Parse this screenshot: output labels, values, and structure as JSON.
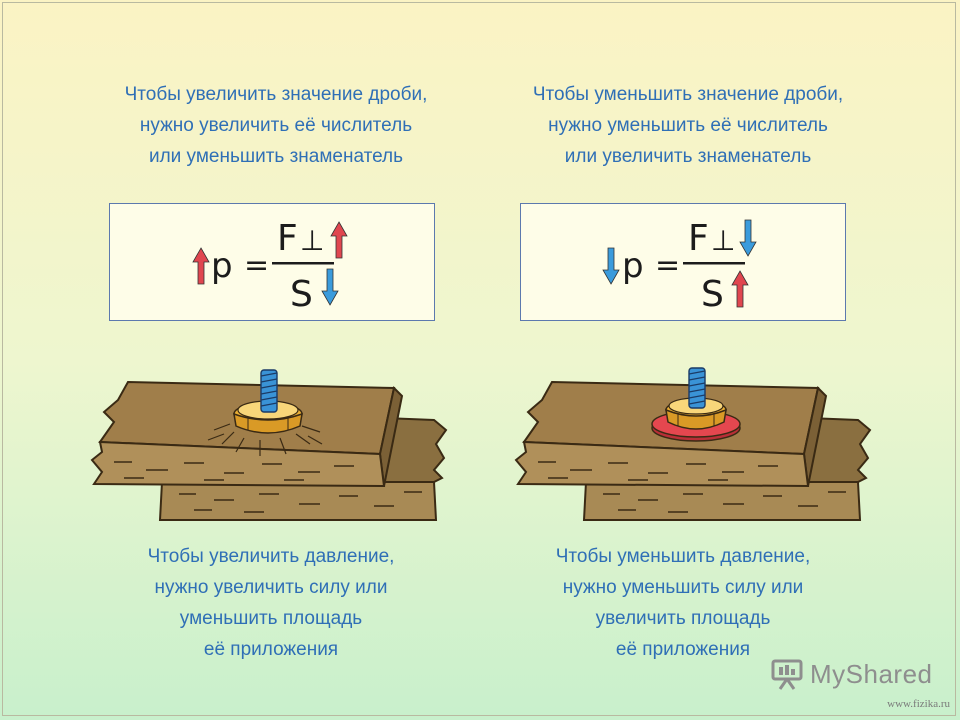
{
  "rules": {
    "left": [
      "Чтобы увеличить значение дроби,",
      "нужно увеличить её числитель",
      "или уменьшить знаменатель"
    ],
    "right": [
      "Чтобы уменьшить значение дроби,",
      "нужно уменьшить её числитель",
      "или увеличить знаменатель"
    ]
  },
  "formula": {
    "lhs": "p",
    "equals": "=",
    "numerator": "F",
    "perp": "⊥",
    "denominator": "S"
  },
  "arrows": {
    "left": {
      "p": "up",
      "numerator": "up",
      "denominator": "down"
    },
    "right": {
      "p": "down",
      "numerator": "down",
      "denominator": "up"
    }
  },
  "conclusions": {
    "left": [
      "Чтобы увеличить давление,",
      "нужно увеличить силу или",
      "уменьшить площадь",
      "её приложения"
    ],
    "right": [
      "Чтобы уменьшить давление,",
      "нужно уменьшить силу или",
      "увеличить площадь",
      "её приложения"
    ]
  },
  "scenes": {
    "left": {
      "washer": false
    },
    "right": {
      "washer": true
    }
  },
  "colors": {
    "text": "#2f6fb6",
    "arrow_up": "#e0464f",
    "arrow_down": "#3a9bdc",
    "wood": "#a88a55",
    "bolt": "#3a93d6",
    "nut": "#f4c44d",
    "washer": "#e4474f"
  },
  "watermark": {
    "brand": "MyShared",
    "site": "www.fizika.ru",
    "brand_icon": "presentation-board-icon"
  }
}
